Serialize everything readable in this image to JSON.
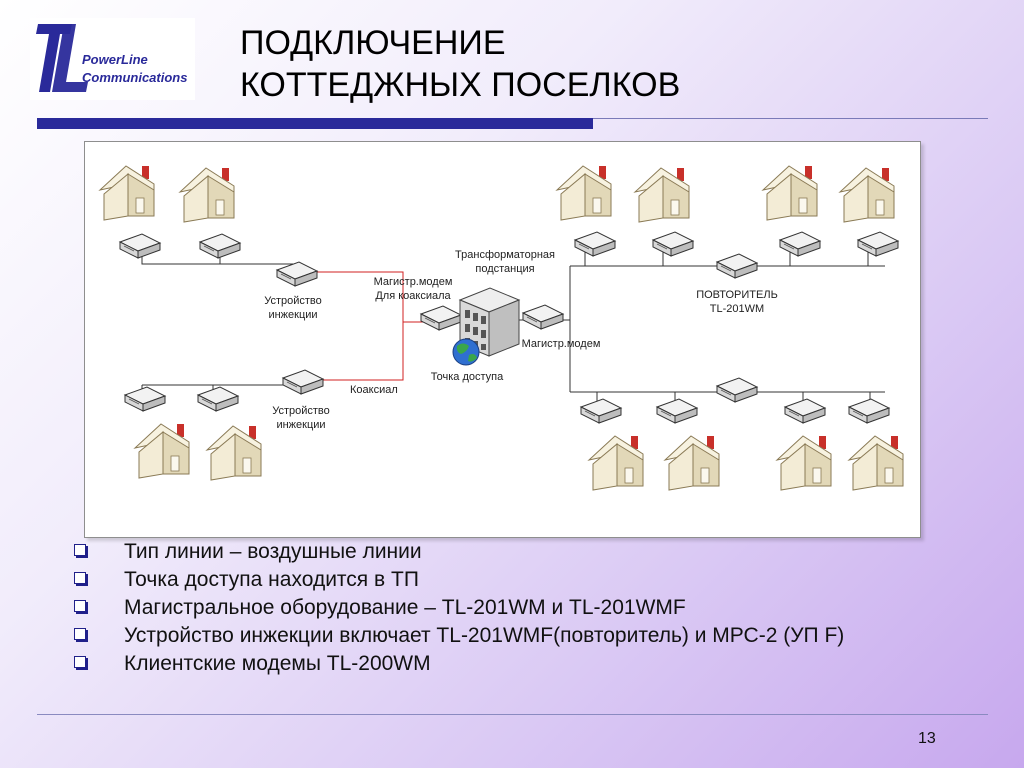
{
  "logo": {
    "line1": "PowerLine",
    "line2": "Communications"
  },
  "title": {
    "line1": "ПОДКЛЮЧЕНИЕ",
    "line2": "КОТТЕДЖНЫХ ПОСЕЛКОВ"
  },
  "diagram": {
    "labels": {
      "injector_top_1": "Устройство",
      "injector_top_2": "инжекции",
      "injector_bottom_1": "Устройство",
      "injector_bottom_2": "инжекции",
      "coax_modem_1": "Магистр.модем",
      "coax_modem_2": "Для коаксиала",
      "substation_1": "Трансформаторная",
      "substation_2": "подстанция",
      "access_point": "Точка доступа",
      "coax": "Коаксиал",
      "main_modem": "Магистр.модем",
      "repeater_1": "ПОВТОРИТЕЛЬ",
      "repeater_2": "TL-201WM"
    }
  },
  "bullets": [
    "Тип линии – воздушные линии",
    "Точка доступа находится в ТП",
    "Магистральное оборудование – TL-201WM и TL-201WMF",
    "Устройство инжекции включает TL-201WMF(повторитель) и   МРС-2 (УП F)",
    "Клиентские модемы TL-200WM"
  ],
  "page_number": "13",
  "colors": {
    "accent": "#2a2a9a",
    "coax_line": "#d02020",
    "house_wall": "#f3ecd6",
    "house_roof": "#f7f2e0",
    "chimney": "#c8302a"
  }
}
